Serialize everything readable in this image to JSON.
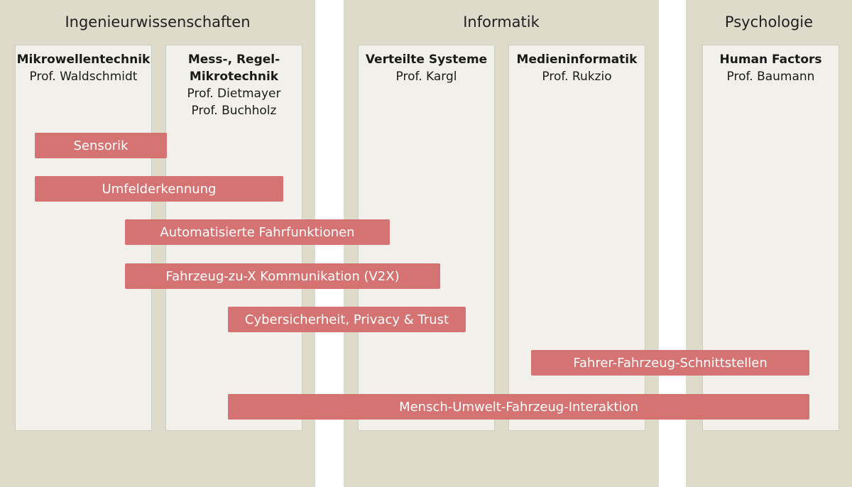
{
  "departments": [
    {
      "title": "Ingenieurwissenschaften"
    },
    {
      "title": "Informatik"
    },
    {
      "title": "Psychologie"
    }
  ],
  "chairs": [
    {
      "name": "Mikrowellentechnik",
      "profs": [
        "Prof. Waldschmidt"
      ]
    },
    {
      "name_lines": [
        "Mess-, Regel-",
        "Mikrotechnik"
      ],
      "profs": [
        "Prof. Dietmayer",
        "Prof. Buchholz"
      ]
    },
    {
      "name": "Verteilte Systeme",
      "profs": [
        "Prof. Kargl"
      ]
    },
    {
      "name": "Medieninformatik",
      "profs": [
        "Prof. Rukzio"
      ]
    },
    {
      "name": "Human Factors",
      "profs": [
        "Prof. Baumann"
      ]
    }
  ],
  "topics": [
    "Sensorik",
    "Umfelderkennung",
    "Automatisierte Fahrfunktionen",
    "Fahrzeug-zu-X Kommunikation (V2X)",
    "Cybersicherheit, Privacy & Trust",
    "Fahrer-Fahrzeug-Schnittstellen",
    "Mensch-Umwelt-Fahrzeug-Interaktion"
  ],
  "colors": {
    "department_bg": "#dedbcb",
    "chair_bg": "#f2f0ea",
    "topic_bar": "#d47371"
  }
}
